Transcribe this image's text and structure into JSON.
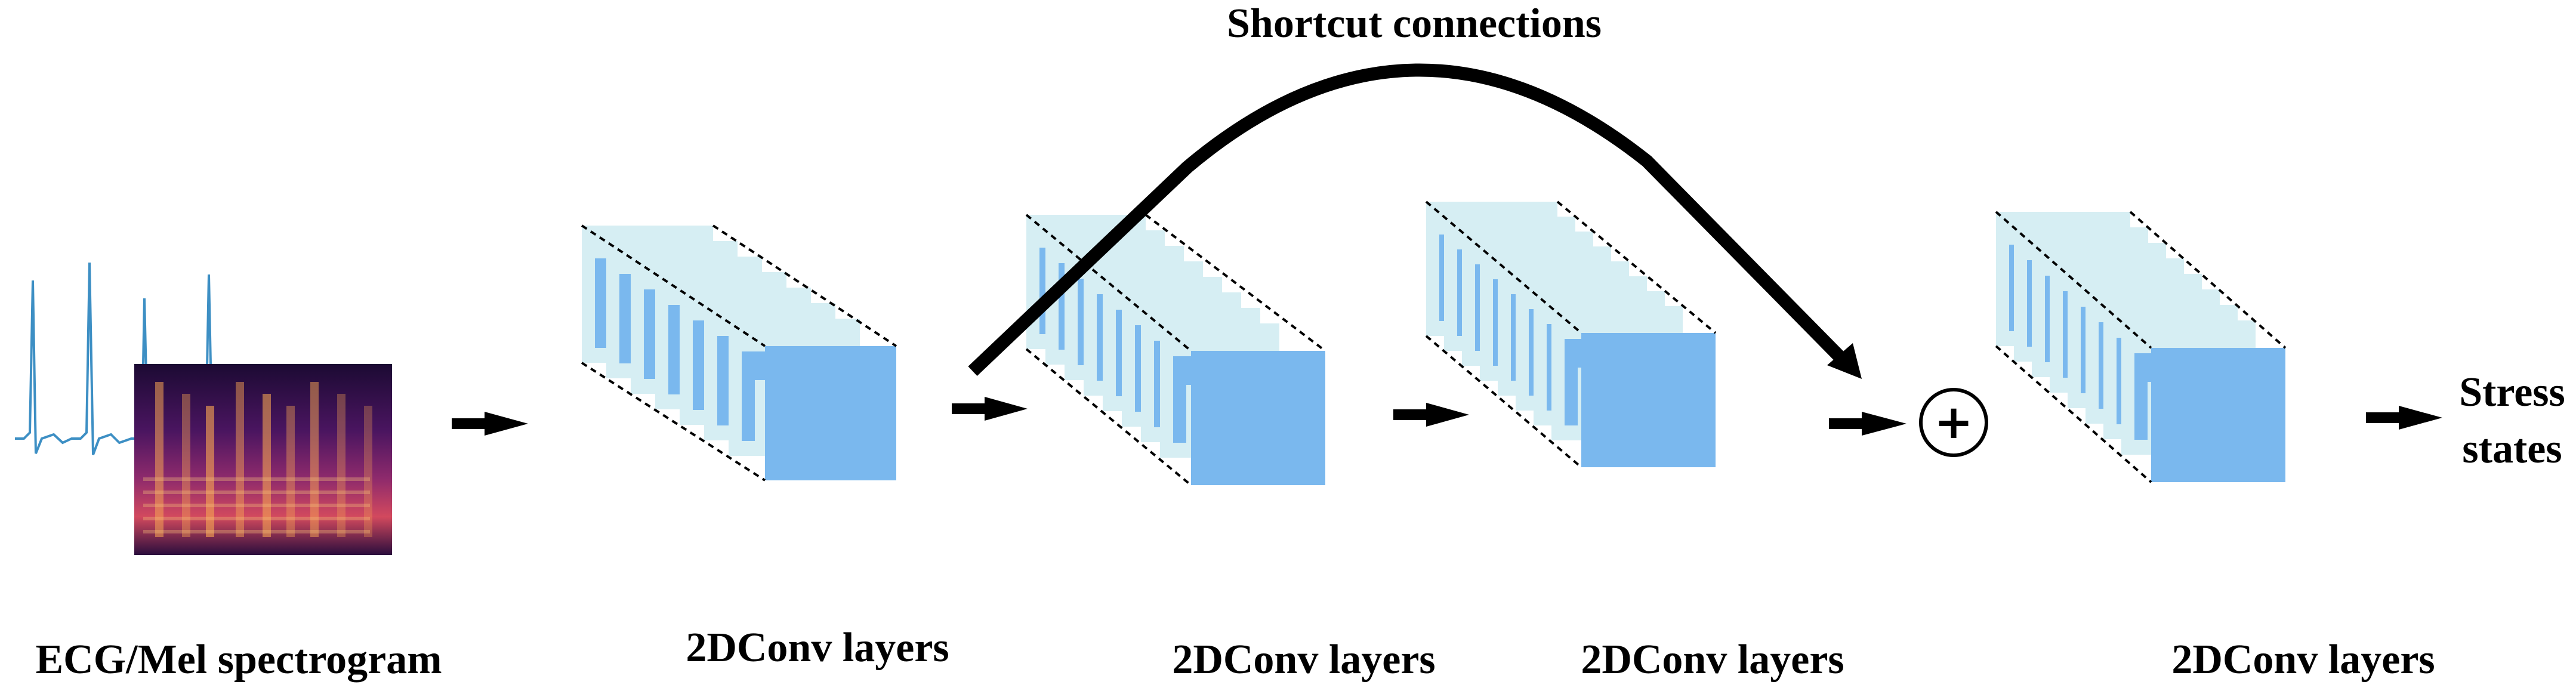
{
  "diagram": {
    "shortcut_label": "Shortcut connections",
    "input_label": "ECG/Mel spectrogram",
    "block_labels": [
      "2DConv layers",
      "2DConv layers",
      "2DConv layers",
      "2DConv layers"
    ],
    "output_label_line1": "Stress",
    "output_label_line2": "states",
    "add_symbol": "+"
  },
  "colors": {
    "layer_light": "#d6eef3",
    "layer_blue": "#7ab8ee",
    "ecg_line": "#3d8fc4",
    "arrow": "#000000"
  }
}
